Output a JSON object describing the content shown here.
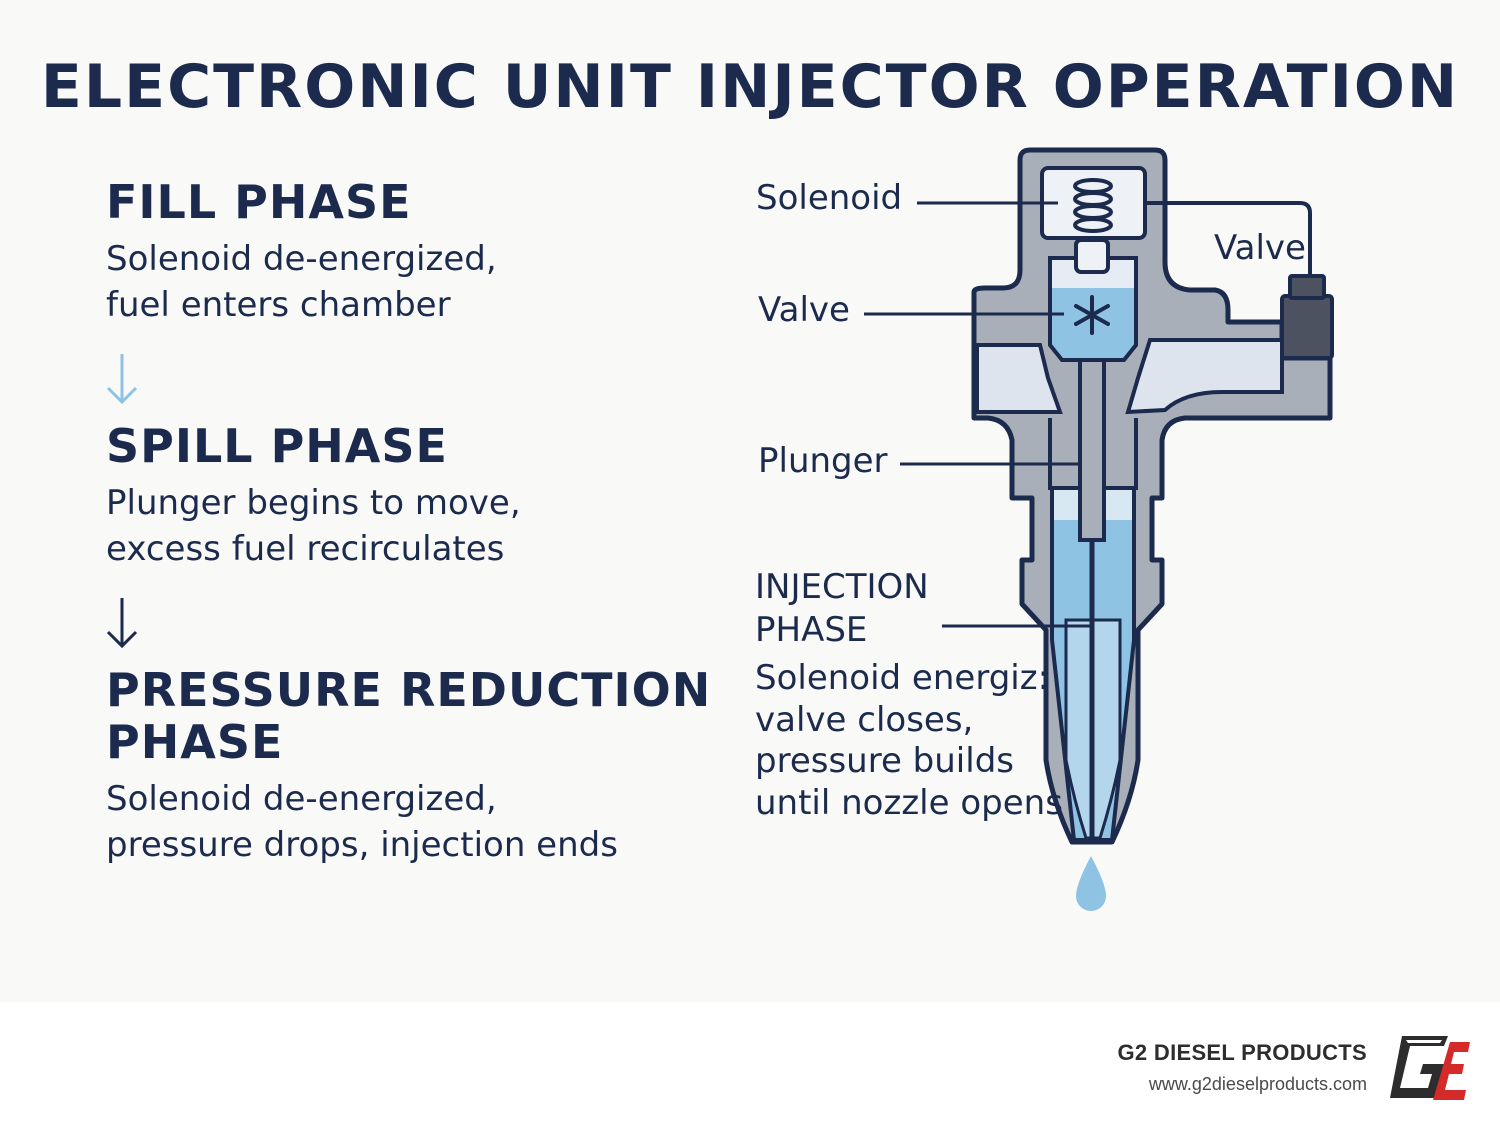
{
  "title": "ELECTRONIC UNIT INJECTOR OPERATION",
  "phases": [
    {
      "heading": "FILL PHASE",
      "desc_line1": "Solenoid de-energized,",
      "desc_line2": "fuel enters chamber"
    },
    {
      "heading": "SPILL PHASE",
      "desc_line1": "Plunger begins to move,",
      "desc_line2": "excess fuel recirculates"
    },
    {
      "heading_line1": "PRESSURE REDUCTION",
      "heading_line2": "PHASE",
      "desc_line1": "Solenoid de-energized,",
      "desc_line2": "pressure drops, injection ends"
    }
  ],
  "diagram": {
    "labels": {
      "solenoid": "Solenoid",
      "valve_left": "Valve",
      "valve_right": "Valve",
      "plunger": "Plunger",
      "injection_line1": "INJECTION",
      "injection_line2": "PHASE",
      "injection_desc": [
        "Solenoid energiz:",
        "valve closes,",
        "pressure builds",
        "until nozzle opens"
      ]
    }
  },
  "footer": {
    "company": "G2 DIESEL PRODUCTS",
    "url": "www.g2dieselproducts.com"
  },
  "colors": {
    "navy": "#1c2b4d",
    "body_gray": "#a9afb8",
    "fuel_blue": "#8fc3e3",
    "light_blue_arrow": "#8ec3e4",
    "logo_red": "#d42a2a"
  }
}
